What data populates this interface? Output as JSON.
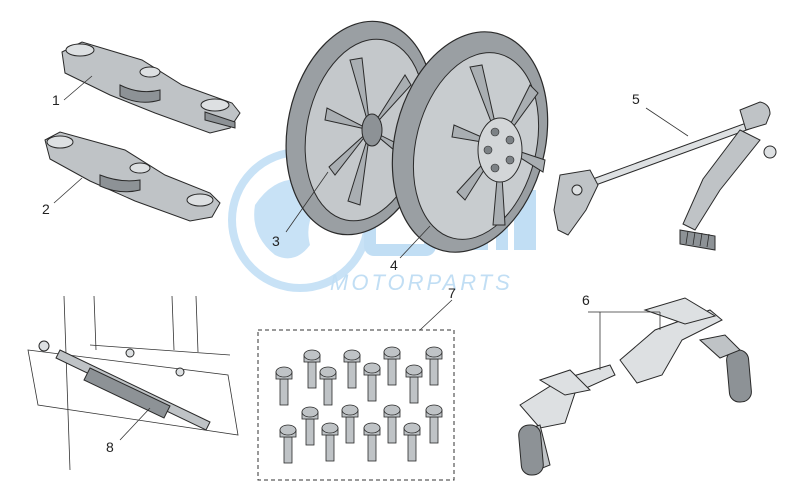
{
  "callouts": {
    "c1": "1",
    "c2": "2",
    "c3": "3",
    "c4": "4",
    "c5": "5",
    "c6": "6",
    "c7": "7",
    "c8": "8"
  },
  "watermark": {
    "logo_letters": "OEM",
    "tagline": "MOTORPARTS",
    "color": "#6aaee0"
  },
  "colors": {
    "part_fill": "#bfc3c6",
    "outline": "#2a2a2a",
    "wheel_fill": "#9a9fa3"
  }
}
